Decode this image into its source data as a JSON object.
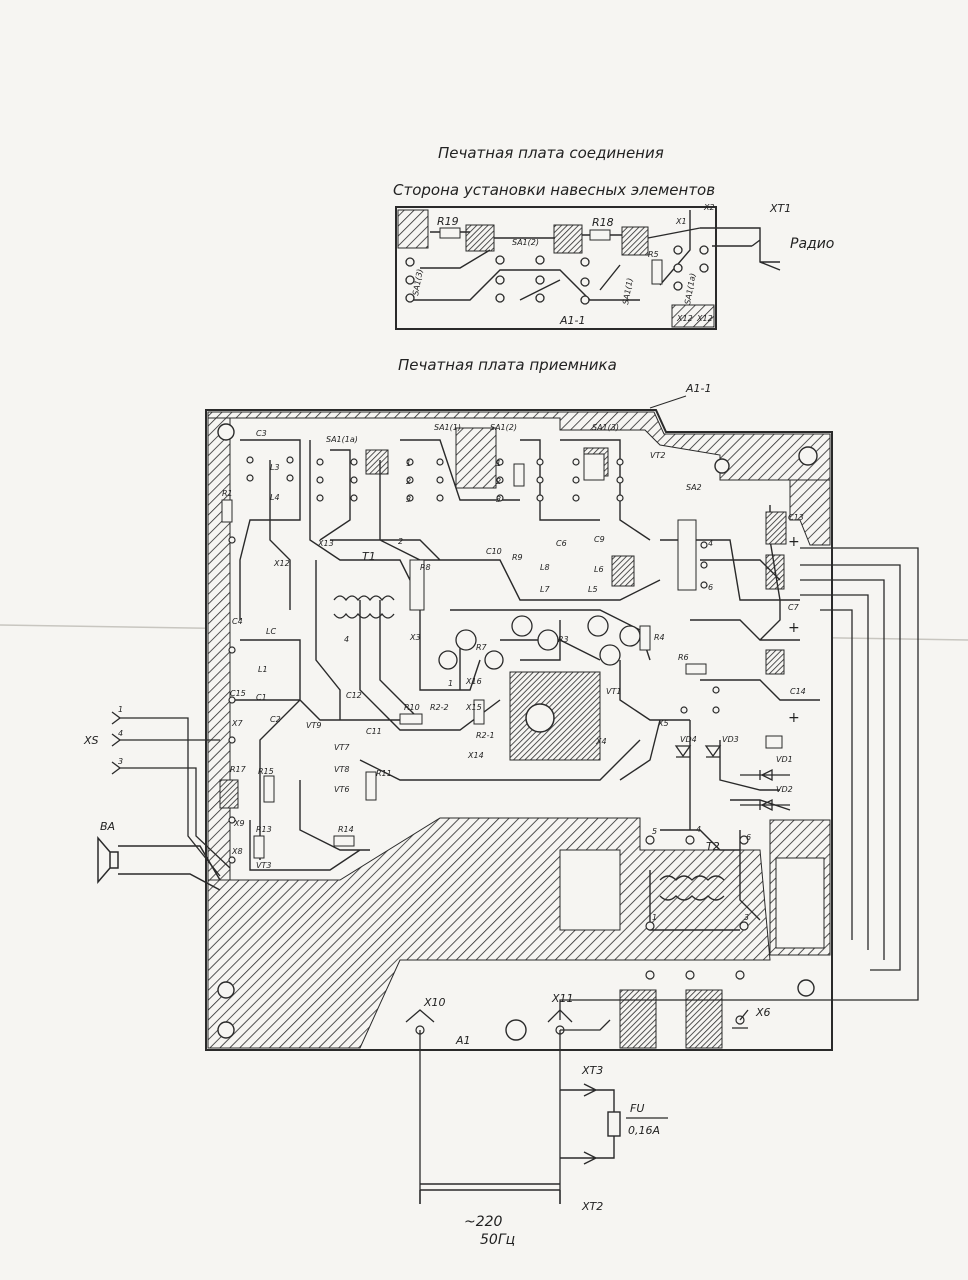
{
  "titles": {
    "connection_board": "Печатная плата соединения",
    "mount_side": "Сторона установки навесных элементов",
    "receiver_board": "Печатная плата приемника"
  },
  "connection_board": {
    "labels": {
      "r19": "R19",
      "r18": "R18",
      "r5": "R5",
      "sa1_2": "SA1(2)",
      "sa1_3": "SA1(3)",
      "sa1_1": "SA1(1)",
      "sa1_1a": "SA1(1a)",
      "x1": "X1",
      "x2": "X2",
      "x12a": "X12",
      "x12b": "X12",
      "a1_1": "A1-1"
    },
    "xt1": "XT1",
    "radio": "Радио"
  },
  "receiver_board": {
    "labels": {
      "a1_1": "A1-1",
      "sa1_1": "SA1(1)",
      "sa1_2": "SA1(2)",
      "sa1_3": "SA1(3)",
      "sa1_1a": "SA1(1a)",
      "c3": "C3",
      "l3": "L3",
      "l4": "L4",
      "r1": "R1",
      "x13": "X13",
      "x12": "X12",
      "t1": "T1",
      "c4": "C4",
      "lc": "LC",
      "l1": "L1",
      "c15": "C15",
      "c1": "C1",
      "c2": "C2",
      "x7": "X7",
      "r17": "R17",
      "x9": "X9",
      "r13": "R13",
      "x8": "X8",
      "vt3": "VT3",
      "r15": "R15",
      "vt7": "VT7",
      "vt8": "VT8",
      "vt9": "VT9",
      "vt6": "VT6",
      "r11": "R11",
      "c12": "C12",
      "c11": "C11",
      "r10": "R10",
      "r2_2": "R2-2",
      "x15": "X15",
      "r2_1": "R2-1",
      "x14": "X14",
      "x16": "X16",
      "x3": "X3",
      "r7": "R7",
      "r3": "R3",
      "r4": "R4",
      "r8": "R8",
      "r9": "R9",
      "c10": "C10",
      "l8": "L8",
      "l7": "L7",
      "l5": "L5",
      "l6": "L6",
      "c6": "C6",
      "c9": "C9",
      "sa2": "SA2",
      "c13": "C13",
      "c7": "C7",
      "c14": "C14",
      "r6": "R6",
      "vt1": "VT1",
      "x4": "X4",
      "x5": "X5",
      "vd4": "VD4",
      "vd3": "VD3",
      "vd1": "VD1",
      "vd2": "VD2",
      "t2": "T2",
      "r14": "R14",
      "vt2": "VT2"
    },
    "pins": [
      "1",
      "2",
      "3",
      "4",
      "5",
      "6"
    ],
    "plus": "+"
  },
  "external": {
    "xs": "XS",
    "ba": "BA",
    "x10": "X10",
    "x11": "X11",
    "x6": "X6",
    "a1": "A1",
    "xt3": "XT3",
    "xt2": "XT2",
    "fu": "FU",
    "fu_rating": "0,16А",
    "mains_voltage": "~220",
    "mains_freq": "50Гц"
  },
  "colors": {
    "ink": "#2a2a2a",
    "paper": "#f6f5f2"
  }
}
